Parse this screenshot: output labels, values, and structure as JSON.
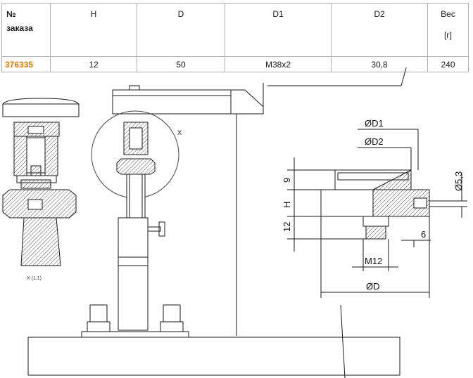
{
  "table": {
    "headers": {
      "order_no_line1": "№",
      "order_no_line2": "заказа",
      "h": "H",
      "d": "D",
      "d1": "D1",
      "d2": "D2",
      "weight_line1": "Вес",
      "weight_line2": "[г]"
    },
    "row": {
      "order_no": "376335",
      "h": "12",
      "d": "50",
      "d1": "M38x2",
      "d2": "30,8",
      "weight": "240"
    }
  },
  "drawing": {
    "detail_label": "X",
    "scale_label": "X (1:1)",
    "dims": {
      "d1": "ØD1",
      "d2": "ØD2",
      "d": "ØD",
      "h": "H",
      "nine": "9",
      "twelve": "12",
      "six": "6",
      "hole": "Ø5,3",
      "thread": "M12"
    }
  },
  "colors": {
    "accent": "#e07b00",
    "line": "#1a1a1a",
    "hatch": "#555555"
  }
}
